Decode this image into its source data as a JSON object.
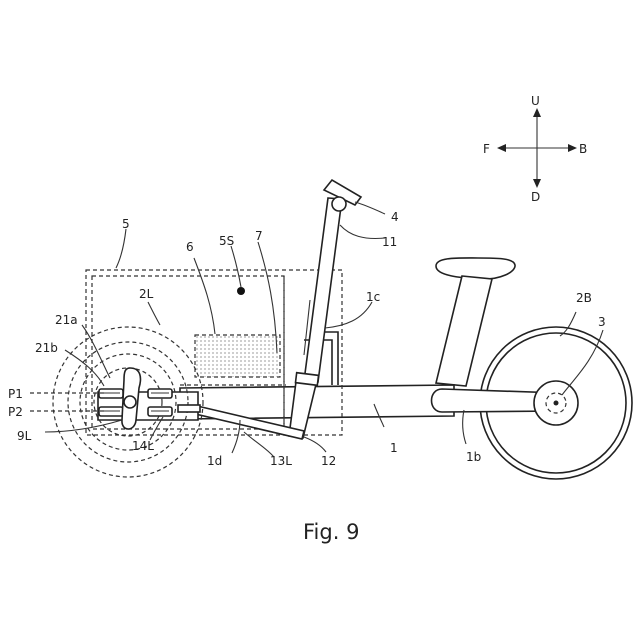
{
  "caption": "Fig. 9",
  "directions": {
    "up": "U",
    "down": "D",
    "front": "F",
    "back": "B"
  },
  "labels": {
    "l1": "1",
    "l1b": "1b",
    "l1c": "1c",
    "l1d": "1d",
    "l2B": "2B",
    "l2L": "2L",
    "l3": "3",
    "l4": "4",
    "l5": "5",
    "l5S": "5S",
    "l6": "6",
    "l7": "7",
    "l9L": "9L",
    "l11": "11",
    "l12": "12",
    "l13L": "13L",
    "l14L": "14L",
    "l21a": "21a",
    "l21b": "21b",
    "P1": "P1",
    "P2": "P2"
  }
}
